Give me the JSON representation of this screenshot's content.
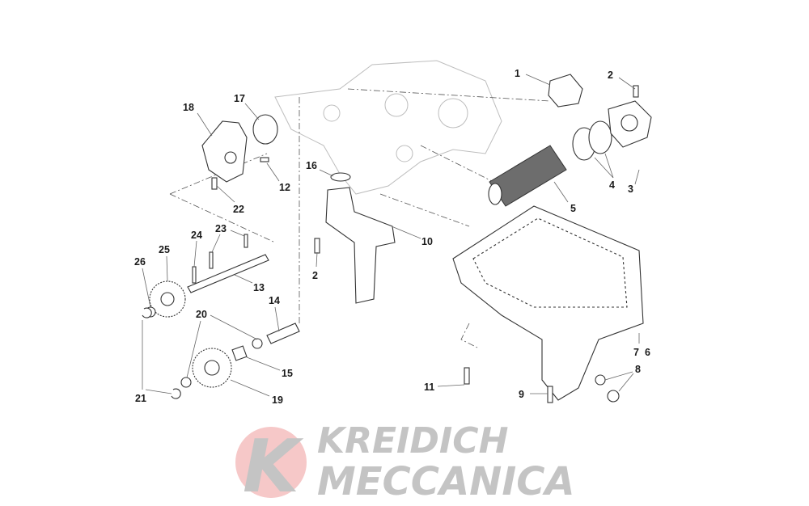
{
  "diagram": {
    "callouts": [
      "1",
      "2",
      "18",
      "17",
      "16",
      "12",
      "4",
      "3",
      "5",
      "22",
      "10",
      "24",
      "23",
      "25",
      "26",
      "2",
      "13",
      "14",
      "20",
      "7",
      "6",
      "8",
      "15",
      "11",
      "9",
      "21",
      "19"
    ]
  },
  "watermark": {
    "logo_text_line1": "KREIDICH",
    "logo_text_line2": "MECCANICA",
    "logo_color": "#f4b8b8"
  }
}
